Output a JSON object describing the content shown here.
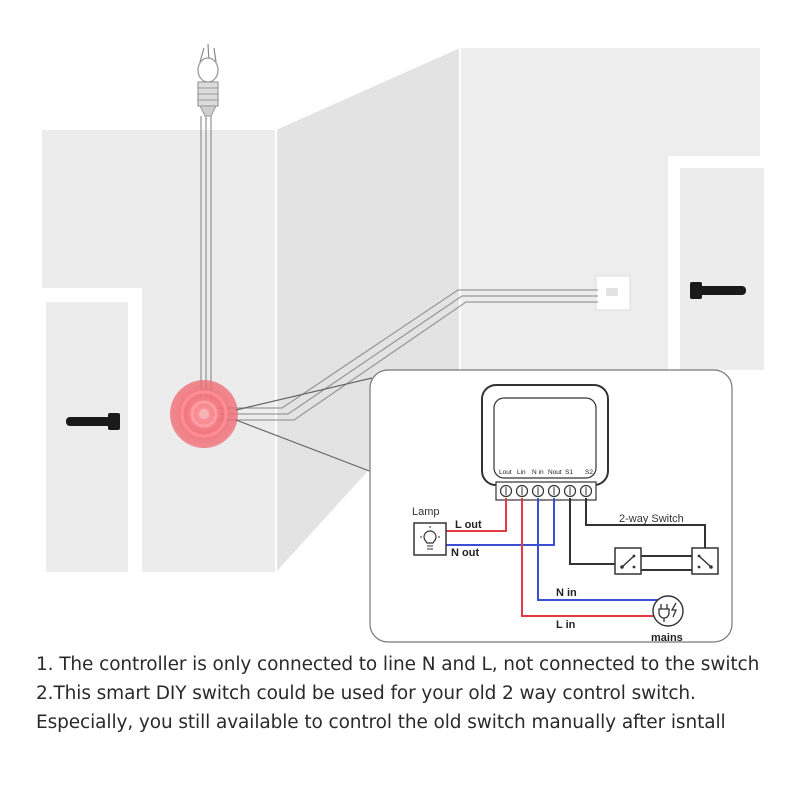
{
  "diagram": {
    "labels": {
      "terminals": [
        "Lout",
        "Lin",
        "N in",
        "Nout",
        "S1",
        "S2"
      ],
      "lamp": "Lamp",
      "l_out": "L out",
      "n_out": "N out",
      "two_way_switch": "2-way Switch",
      "n_in": "N in",
      "l_in": "L in",
      "mains": "mains"
    },
    "icons": {
      "lamp": "lamp-icon",
      "plug": "plug-icon",
      "switch": "two-way-switch-icon"
    },
    "colors": {
      "live_wire": "#e53945",
      "neutral_wire": "#3a4fd4",
      "switch_wire": "#333333",
      "highlight": "#f06a72"
    }
  },
  "captions": [
    "1. The controller is only connected to line N and L, not connected to the switch",
    "2.This smart DIY switch could be used for your old 2 way control switch.",
    "Especially, you still available to control the old switch manually after isntall"
  ]
}
